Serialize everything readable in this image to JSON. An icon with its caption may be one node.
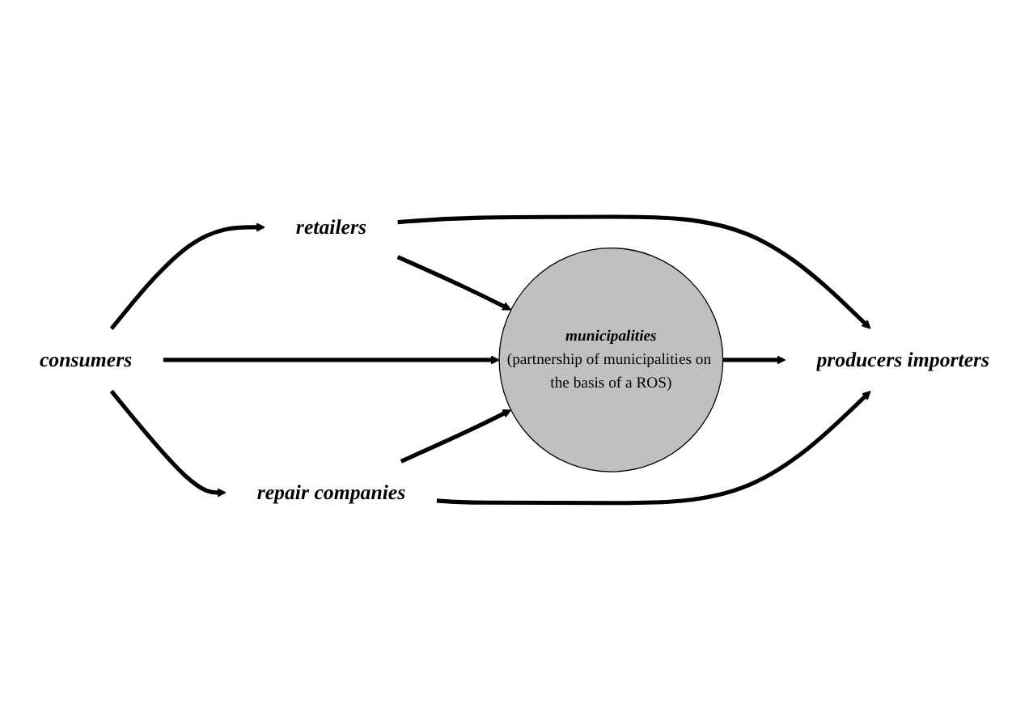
{
  "diagram": {
    "nodes": [
      {
        "text": [
          "retailers"
        ]
      },
      {
        "text": [
          "consumers"
        ]
      },
      {
        "text": [
          "municipalities",
          "(partnership of municipalities on the basis of a ROS)"
        ]
      },
      {
        "text": [
          "producers importers"
        ]
      },
      {
        "text": [
          "repair companies"
        ]
      }
    ],
    "edges": [
      {
        "from": 1,
        "to": 0,
        "arrow": "to"
      },
      {
        "from": 0,
        "to": 3,
        "arrow": "to"
      },
      {
        "from": 0,
        "to": 2,
        "arrow": "to"
      },
      {
        "from": 1,
        "to": 2,
        "arrow": "to"
      },
      {
        "from": 2,
        "to": 3,
        "arrow": "to"
      },
      {
        "from": 1,
        "to": 4,
        "arrow": "to"
      },
      {
        "from": 4,
        "to": 2,
        "arrow": "to"
      },
      {
        "from": 4,
        "to": 3,
        "arrow": "to"
      }
    ]
  }
}
